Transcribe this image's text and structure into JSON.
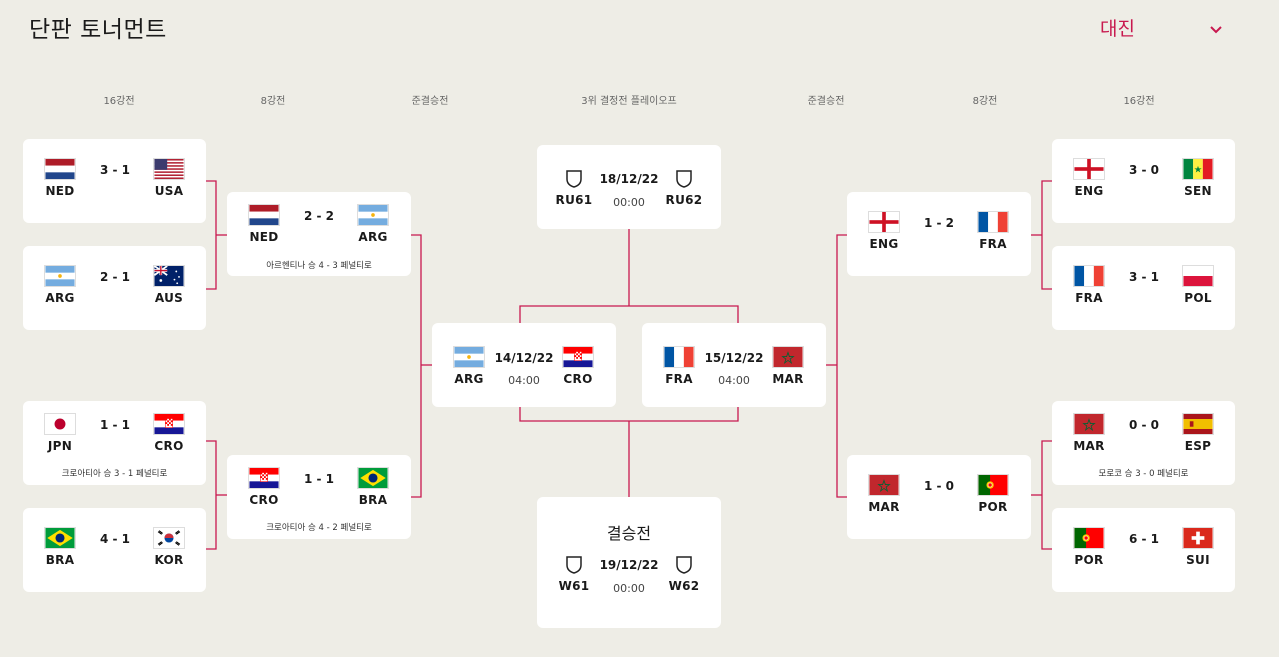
{
  "title": "단판 토너먼트",
  "dropdown": {
    "label": "대진"
  },
  "rounds": {
    "left_r16": "16강전",
    "left_qf": "8강전",
    "left_sf": "준결승전",
    "third": "3위 결정전 플레이오프",
    "right_sf": "준결승전",
    "right_qf": "8강전",
    "right_r16": "16강전"
  },
  "colors": {
    "accent": "#c8194f",
    "bracket_line": "#c8194f",
    "background": "#eeede6",
    "card": "#ffffff"
  },
  "matches": {
    "l16a": {
      "home": "NED",
      "away": "USA",
      "score": "3 - 1",
      "home_flag": "netherlands-flag-icon",
      "away_flag": "usa-flag-icon"
    },
    "l16b": {
      "home": "ARG",
      "away": "AUS",
      "score": "2 - 1",
      "home_flag": "argentina-flag-icon",
      "away_flag": "australia-flag-icon"
    },
    "l16c": {
      "home": "JPN",
      "away": "CRO",
      "score": "1 - 1",
      "note": "크로아티아 승 3 - 1 페널티로",
      "home_flag": "japan-flag-icon",
      "away_flag": "croatia-flag-icon"
    },
    "l16d": {
      "home": "BRA",
      "away": "KOR",
      "score": "4 - 1",
      "home_flag": "brazil-flag-icon",
      "away_flag": "korea-flag-icon"
    },
    "lqf1": {
      "home": "NED",
      "away": "ARG",
      "score": "2 - 2",
      "note": "아르헨티나 승 4 - 3 페널티로",
      "home_flag": "netherlands-flag-icon",
      "away_flag": "argentina-flag-icon"
    },
    "lqf2": {
      "home": "CRO",
      "away": "BRA",
      "score": "1 - 1",
      "note": "크로아티아 승 4 - 2 페널티로",
      "home_flag": "croatia-flag-icon",
      "away_flag": "brazil-flag-icon"
    },
    "sf1": {
      "home": "ARG",
      "away": "CRO",
      "date": "14/12/22",
      "time": "04:00",
      "home_flag": "argentina-flag-icon",
      "away_flag": "croatia-flag-icon"
    },
    "sf2": {
      "home": "FRA",
      "away": "MAR",
      "date": "15/12/22",
      "time": "04:00",
      "home_flag": "france-flag-icon",
      "away_flag": "morocco-flag-icon"
    },
    "third": {
      "home": "RU61",
      "away": "RU62",
      "date": "18/12/22",
      "time": "00:00",
      "home_flag": "shield-icon",
      "away_flag": "shield-icon"
    },
    "final": {
      "title": "결승전",
      "home": "W61",
      "away": "W62",
      "date": "19/12/22",
      "time": "00:00",
      "home_flag": "shield-icon",
      "away_flag": "shield-icon"
    },
    "rqf1": {
      "home": "ENG",
      "away": "FRA",
      "score": "1 - 2",
      "home_flag": "england-flag-icon",
      "away_flag": "france-flag-icon"
    },
    "rqf2": {
      "home": "MAR",
      "away": "POR",
      "score": "1 - 0",
      "home_flag": "morocco-flag-icon",
      "away_flag": "portugal-flag-icon"
    },
    "r16a": {
      "home": "ENG",
      "away": "SEN",
      "score": "3 - 0",
      "home_flag": "england-flag-icon",
      "away_flag": "senegal-flag-icon"
    },
    "r16b": {
      "home": "FRA",
      "away": "POL",
      "score": "3 - 1",
      "home_flag": "france-flag-icon",
      "away_flag": "poland-flag-icon"
    },
    "r16c": {
      "home": "MAR",
      "away": "ESP",
      "score": "0 - 0",
      "note": "모로코 승 3 - 0 페널티로",
      "home_flag": "morocco-flag-icon",
      "away_flag": "spain-flag-icon"
    },
    "r16d": {
      "home": "POR",
      "away": "SUI",
      "score": "6 - 1",
      "home_flag": "portugal-flag-icon",
      "away_flag": "switzerland-flag-icon"
    }
  }
}
